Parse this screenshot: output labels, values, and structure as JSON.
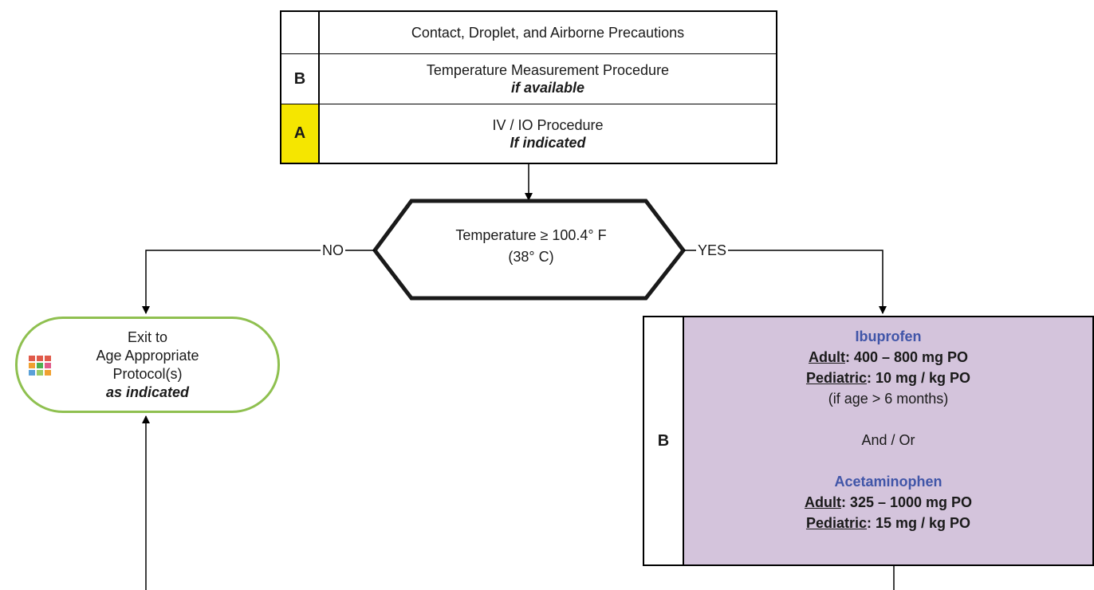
{
  "procedures": {
    "rows": [
      {
        "level": "",
        "text": "Contact, Droplet, and Airborne Precautions",
        "note": ""
      },
      {
        "level": "B",
        "text": "Temperature Measurement Procedure",
        "note": "if available"
      },
      {
        "level": "A",
        "text": "IV / IO Procedure",
        "note": "If indicated"
      }
    ],
    "level_a_color": "#f5e600"
  },
  "decision": {
    "line1": "Temperature ≥ 100.4° F",
    "line2": "(38° C)",
    "no_label": "NO",
    "yes_label": "YES"
  },
  "exit": {
    "line1": "Exit to",
    "line2": "Age Appropriate",
    "line3": "Protocol(s)",
    "line4": "as indicated",
    "icon": "protocol-grid-icon",
    "border_color": "#8fc050"
  },
  "medication": {
    "level": "B",
    "drug1": {
      "name": "Ibuprofen",
      "adult_label": "Adult",
      "adult_dose": ": 400 – 800 mg PO",
      "peds_label": "Pediatric",
      "peds_dose": ": 10 mg / kg PO",
      "note": "(if age > 6 months)"
    },
    "connector": "And / Or",
    "drug2": {
      "name": "Acetaminophen",
      "adult_label": "Adult",
      "adult_dose": ": 325 – 1000 mg PO",
      "peds_label": "Pediatric",
      "peds_dose": ": 15 mg / kg PO"
    },
    "drug_color": "#4055a8",
    "box_color": "#d4c4dc"
  }
}
